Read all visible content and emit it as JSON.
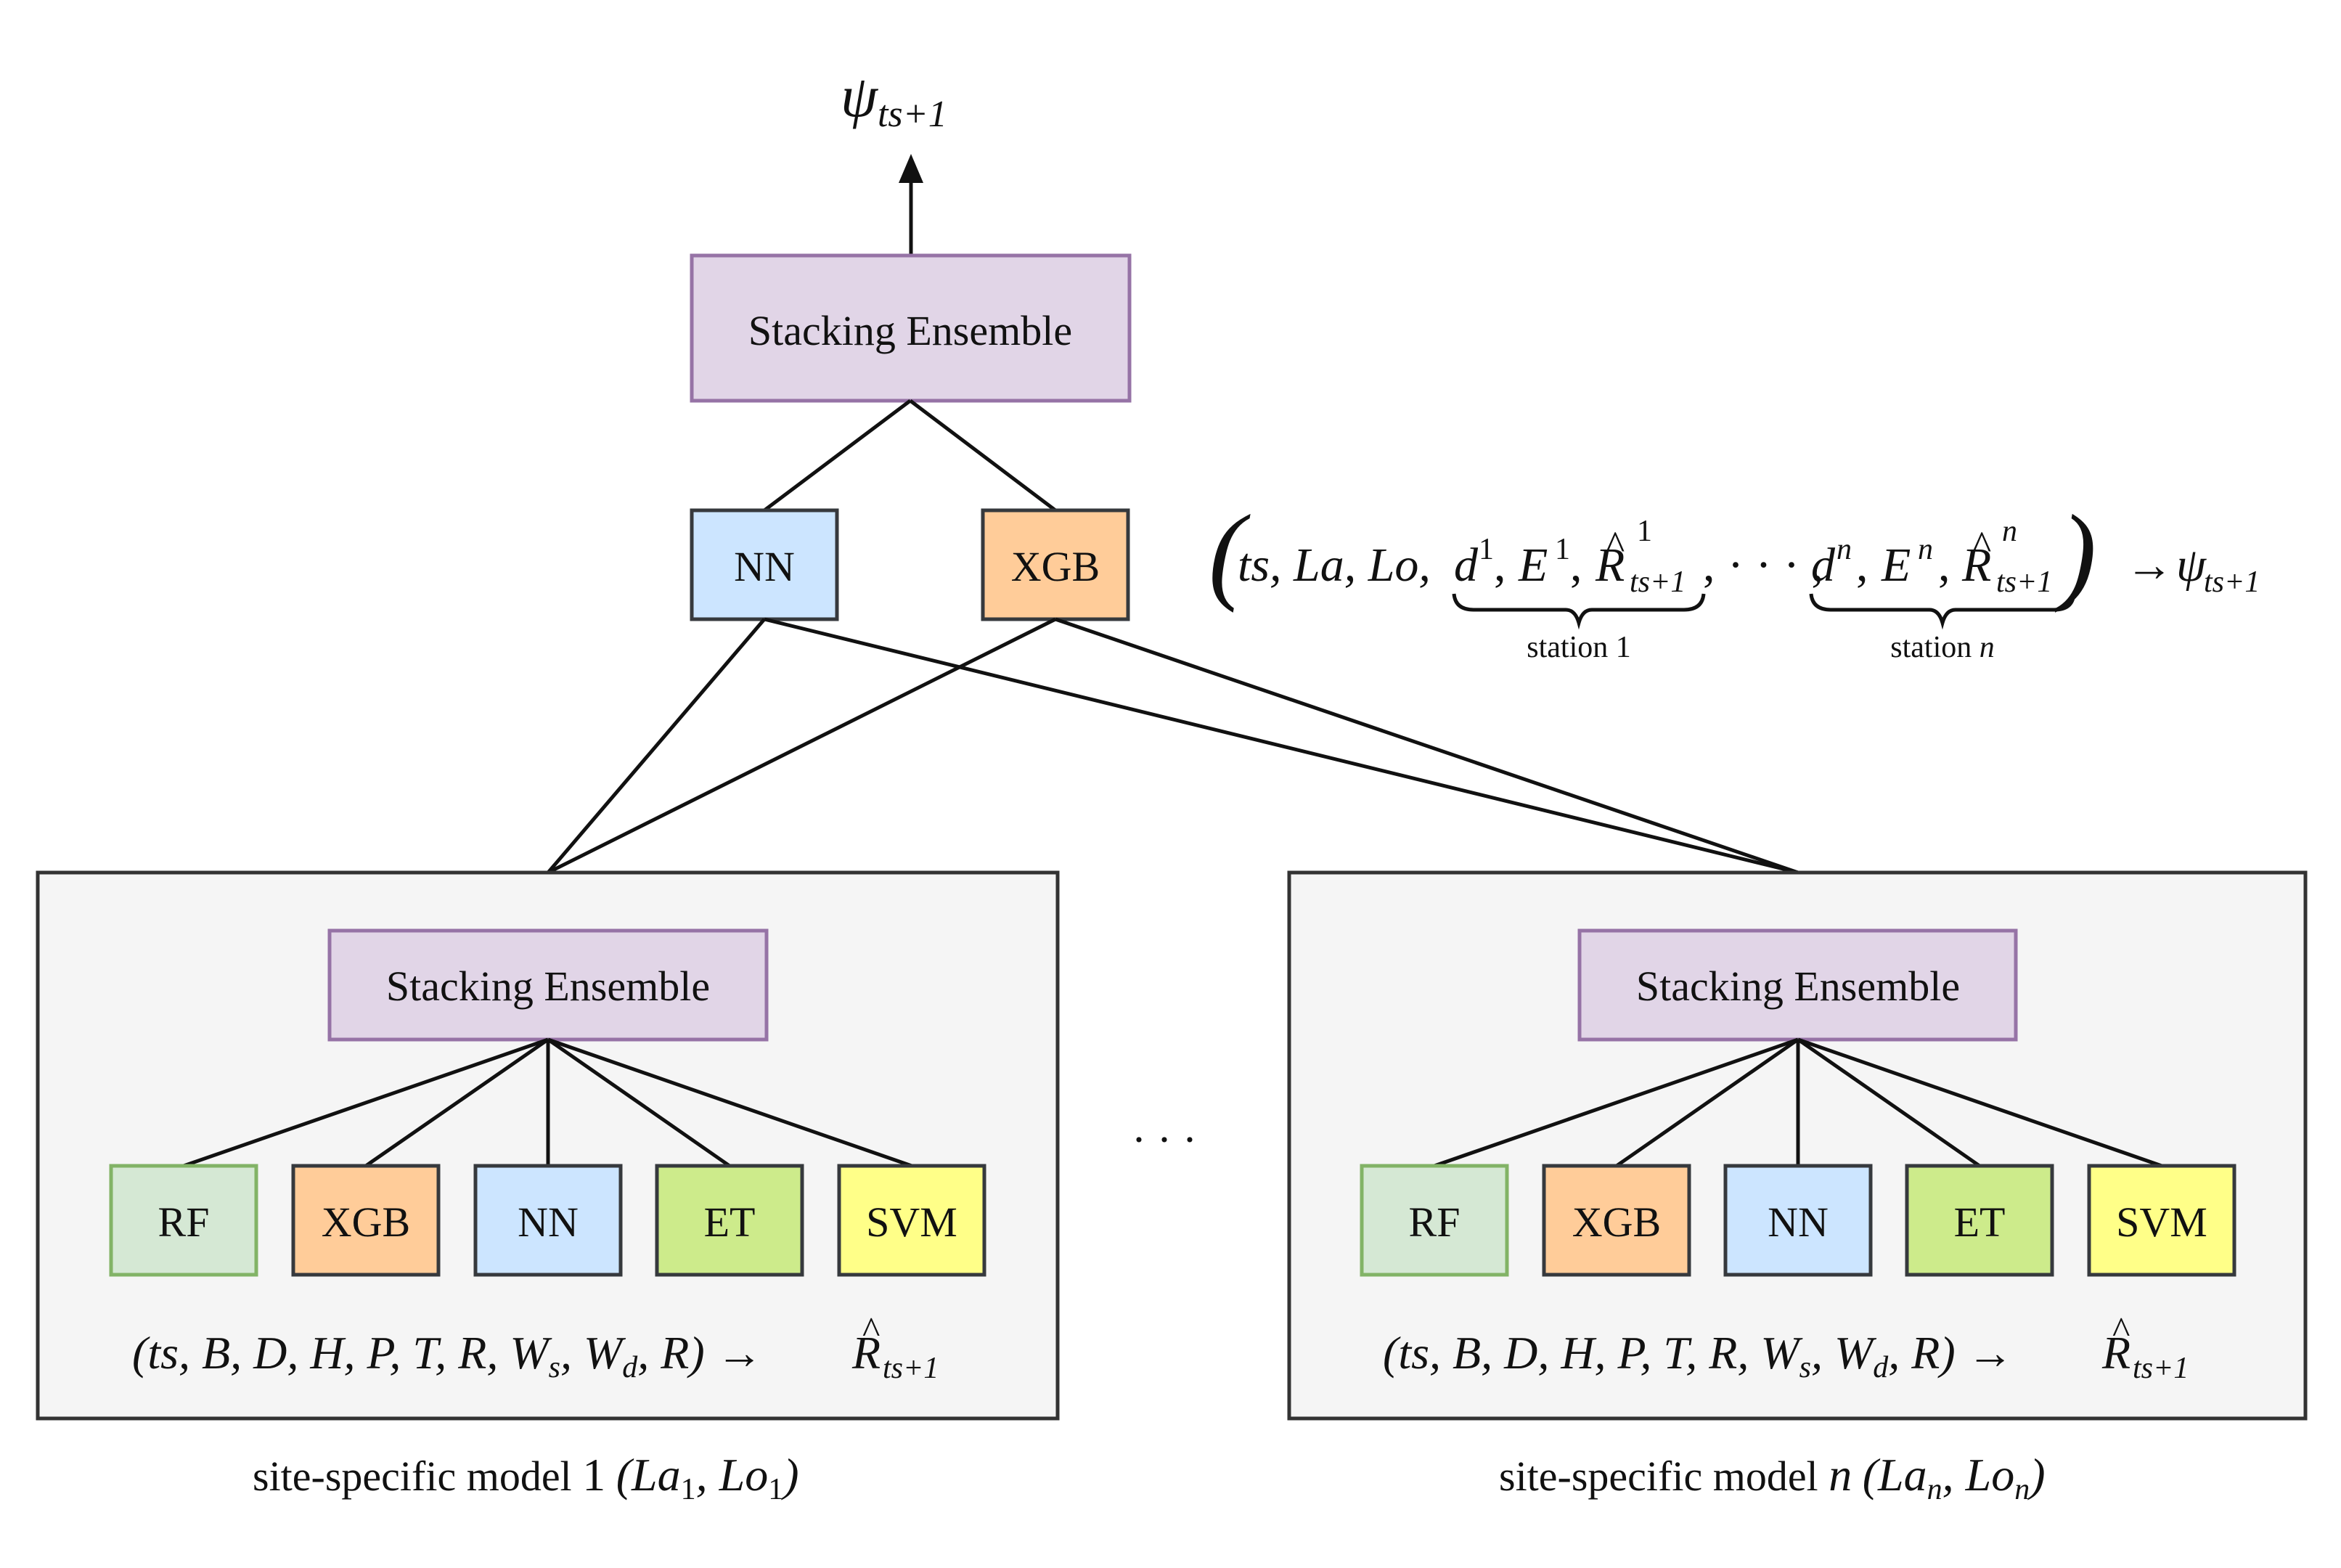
{
  "output_symbol": "ψ",
  "output_subscript": "ts+1",
  "top_ensemble_label": "Stacking Ensemble",
  "meta_learners": [
    "NN",
    "XGB"
  ],
  "global_features": {
    "open_paren": "(",
    "prefix": "ts, La, Lo,",
    "d": "d",
    "e": "E",
    "r": "R",
    "hat": "^",
    "sup_1": "1",
    "sup_n": "n",
    "sub": "ts+1",
    "comma": ",",
    "ellipsis": "· · · ,",
    "close_paren": ")",
    "arrow": "→",
    "psi": "ψ",
    "psi_sub": "ts+1",
    "brace_label_1_text": "station 1",
    "brace_label_n_text": "station",
    "brace_label_n_var": "n"
  },
  "ellipsis_between_sites": "· · ·",
  "site_models": [
    {
      "ensemble_label": "Stacking Ensemble",
      "base_learners": [
        "RF",
        "XGB",
        "NN",
        "ET",
        "SVM"
      ],
      "input_formula": "(ts, B, D, H, P, T, R, W",
      "ws_sub": "s",
      "wd_mid": ", W",
      "wd_sub": "d",
      "formula_end": ", R) →",
      "r_hat": "R",
      "r_hat_mark": "^",
      "r_sub": "ts+1",
      "caption_text": "site-specific model",
      "caption_index": "1",
      "caption_coords_open": "(La",
      "caption_la_sub": "1",
      "caption_mid": ", Lo",
      "caption_lo_sub": "1",
      "caption_close": ")"
    },
    {
      "ensemble_label": "Stacking Ensemble",
      "base_learners": [
        "RF",
        "XGB",
        "NN",
        "ET",
        "SVM"
      ],
      "input_formula": "(ts, B, D, H, P, T, R, W",
      "ws_sub": "s",
      "wd_mid": ", W",
      "wd_sub": "d",
      "formula_end": ", R) →",
      "r_hat": "R",
      "r_hat_mark": "^",
      "r_sub": "ts+1",
      "caption_text": "site-specific model",
      "caption_index": "n",
      "caption_coords_open": "(La",
      "caption_la_sub": "n",
      "caption_mid": ", Lo",
      "caption_lo_sub": "n",
      "caption_close": ")"
    }
  ],
  "colors": {
    "ensemble_fill": "#e1d5e7",
    "ensemble_stroke": "#9673a6",
    "rf_fill": "#d5e8d4",
    "rf_stroke": "#82b366",
    "xgb_fill": "#ffcc99",
    "xgb_stroke": "#36393d",
    "nn_fill": "#cce5ff",
    "nn_stroke": "#36393d",
    "et_fill": "#cdeb8b",
    "et_stroke": "#36393d",
    "svm_fill": "#ffff88",
    "svm_stroke": "#36393d",
    "panel_fill": "#f5f5f5",
    "panel_stroke": "#333333",
    "line": "#111111"
  }
}
